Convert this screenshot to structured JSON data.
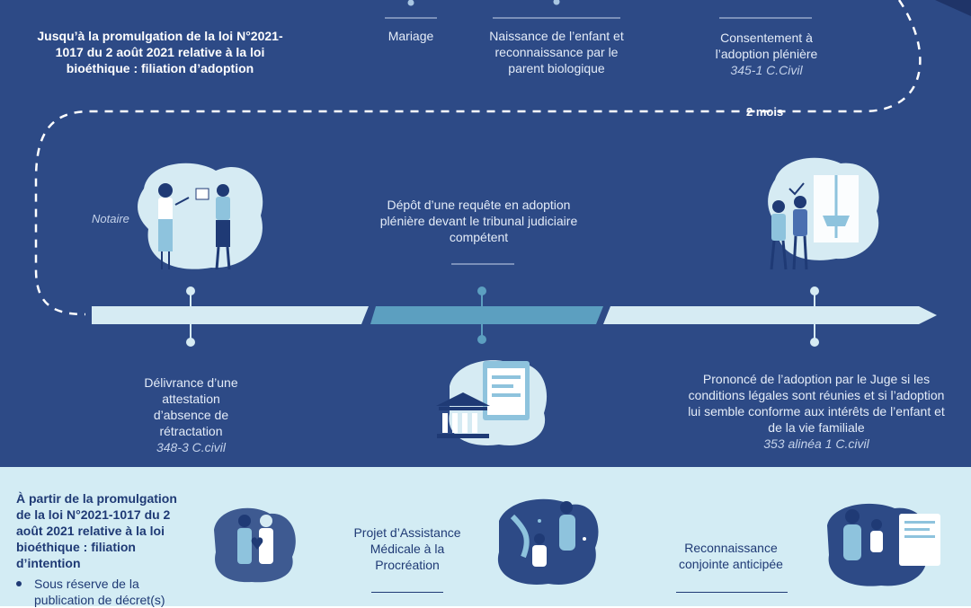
{
  "header": {
    "title": "Jusqu’à la promulgation de la loi N°2021-1017 du 2 août 2021 relative à la loi bioéthique : filiation d’adoption"
  },
  "top_steps": [
    {
      "text": "Mariage"
    },
    {
      "text": "Naissance de l’enfant et reconnaissance par le parent biologique"
    },
    {
      "text": "Consentement à l’adoption plénière",
      "ref": "345-1 C.Civil"
    }
  ],
  "duration": "2 mois",
  "notaire_label": "Notaire",
  "middle_steps": {
    "requete": "Dépôt d’une requête en adoption plénière devant le tribunal judiciaire compétent",
    "delivrance": {
      "text": "Délivrance d’une attestation d’absence de rétractation",
      "ref": "348-3 C.civil"
    },
    "prononce": {
      "text": "Prononcé de l’adoption par le Juge si les conditions légales sont réunies et si l’adoption lui semble conforme aux intérêts de l’enfant et de la vie familiale",
      "ref": "353 alinéa 1 C.civil"
    }
  },
  "bottom": {
    "title": "À partir de la promulgation de la loi N°2021-1017 du 2 août 2021 relative à la loi bioéthique : filiation d’intention",
    "bullet": "Sous réserve de la publication de décret(s)",
    "steps": [
      {
        "text": "Projet d’Assistance Médicale à la Procréation"
      },
      {
        "text": "Reconnaissance conjointe anticipée"
      }
    ]
  },
  "colors": {
    "dark_blue": "#2d4a86",
    "light_bar": "#d3ecf4",
    "mid_bar": "#5c9fc0",
    "bottom_bg": "#d3ecf4"
  },
  "icons": [
    "notaire-illustration-icon",
    "tribunal-illustration-icon",
    "judge-scale-illustration-icon",
    "couple-illustration-icon",
    "pma-illustration-icon",
    "family-document-illustration-icon"
  ]
}
